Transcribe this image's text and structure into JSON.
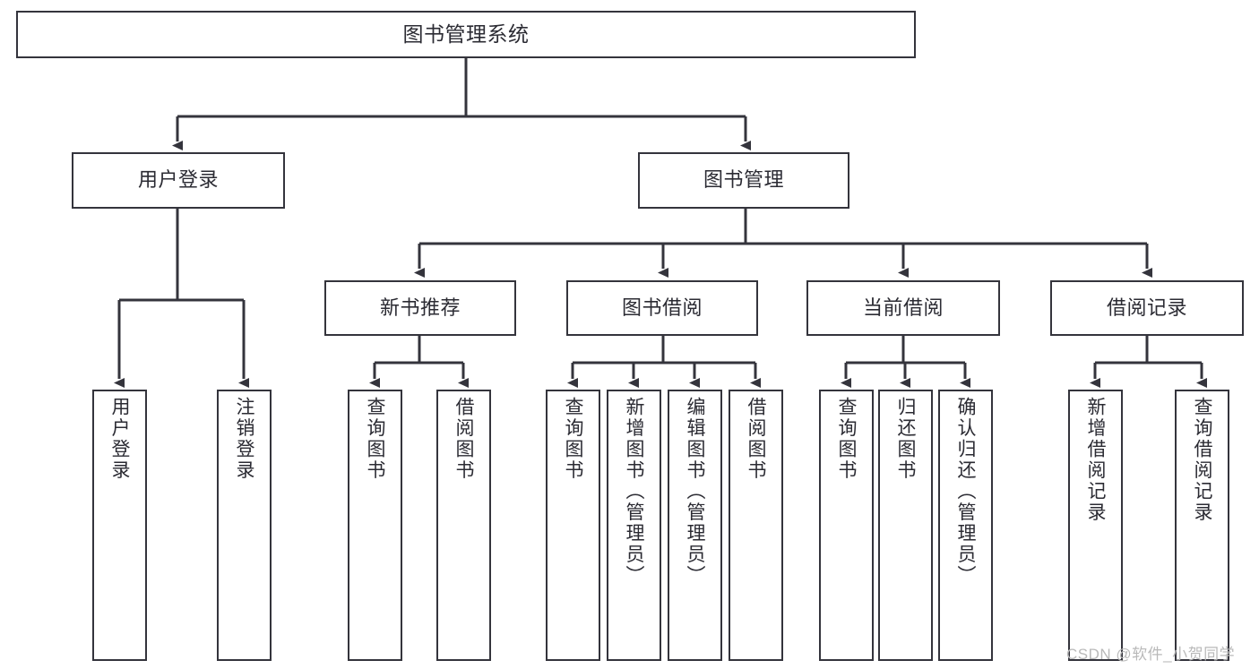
{
  "diagram": {
    "title": "图书管理系统",
    "type": "tree-hierarchy-chart",
    "watermark": "CSDN @软件_小贺同学",
    "colors": {
      "box_border": "#34343c",
      "box_fill": "#ffffff",
      "connector": "#34343c",
      "text": "#2b2b33",
      "watermark": "#b9b9b9",
      "background": "#ffffff"
    },
    "root": {
      "label": "图书管理系统"
    },
    "level2": [
      {
        "label": "用户登录"
      },
      {
        "label": "图书管理"
      }
    ],
    "level3": [
      {
        "label": "新书推荐"
      },
      {
        "label": "图书借阅"
      },
      {
        "label": "当前借阅"
      },
      {
        "label": "借阅记录"
      }
    ],
    "leaves": {
      "user_login": [
        {
          "label": "用户登录"
        },
        {
          "label": "注销登录"
        }
      ],
      "new_book_recommend": [
        {
          "label": "查询图书"
        },
        {
          "label": "借阅图书"
        }
      ],
      "book_borrow": [
        {
          "label": "查询图书"
        },
        {
          "label": "新增图书（管理员）"
        },
        {
          "label": "编辑图书（管理员）"
        },
        {
          "label": "借阅图书"
        }
      ],
      "current_borrow": [
        {
          "label": "查询图书"
        },
        {
          "label": "归还图书"
        },
        {
          "label": "确认归还（管理员）"
        }
      ],
      "borrow_record": [
        {
          "label": "新增借阅记录"
        },
        {
          "label": "查询借阅记录"
        }
      ]
    }
  }
}
